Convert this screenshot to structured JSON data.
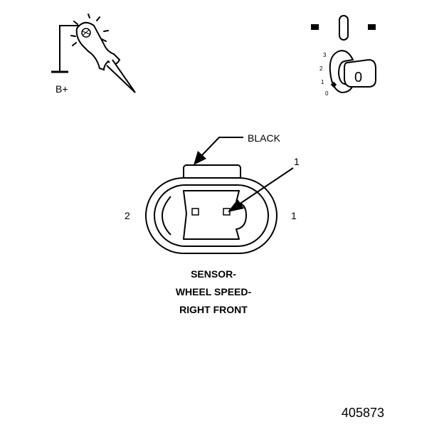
{
  "battery_probe": {
    "label": "B+",
    "icon": "test-light-probe-icon"
  },
  "ignition_switch": {
    "positions": [
      "3",
      "2",
      "1",
      "0"
    ],
    "key_label": "0",
    "icon": "ignition-key-icon"
  },
  "connector": {
    "wire_color_label": "BLACK",
    "pin_left_label": "2",
    "pin_right_label": "1",
    "callout_label": "1"
  },
  "caption": {
    "line1": "SENSOR-",
    "line2": "WHEEL SPEED-",
    "line3": "RIGHT FRONT"
  },
  "figure_number": "405873"
}
